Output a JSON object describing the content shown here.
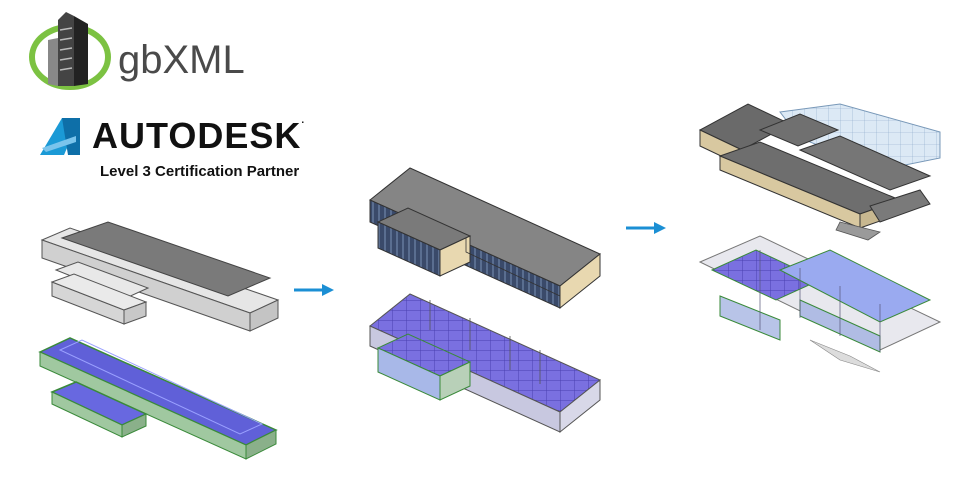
{
  "brand": {
    "gbxml_text": "gbXML",
    "autodesk_text": "AUTODESK",
    "registered_mark": ".",
    "certification": "Level 3 Certification Partner"
  },
  "icons": [
    "gbxml-logo-icon",
    "autodesk-logo-icon",
    "arrow-right-icon"
  ],
  "colors": {
    "gbxml_green": "#7cc242",
    "autodesk_blue": "#1b9ad6",
    "arrow_blue": "#1b8fd4",
    "roof_gray": "#7a7a7a",
    "space_blue": "#5a5adc",
    "wall_tan": "#e8d8b0"
  }
}
